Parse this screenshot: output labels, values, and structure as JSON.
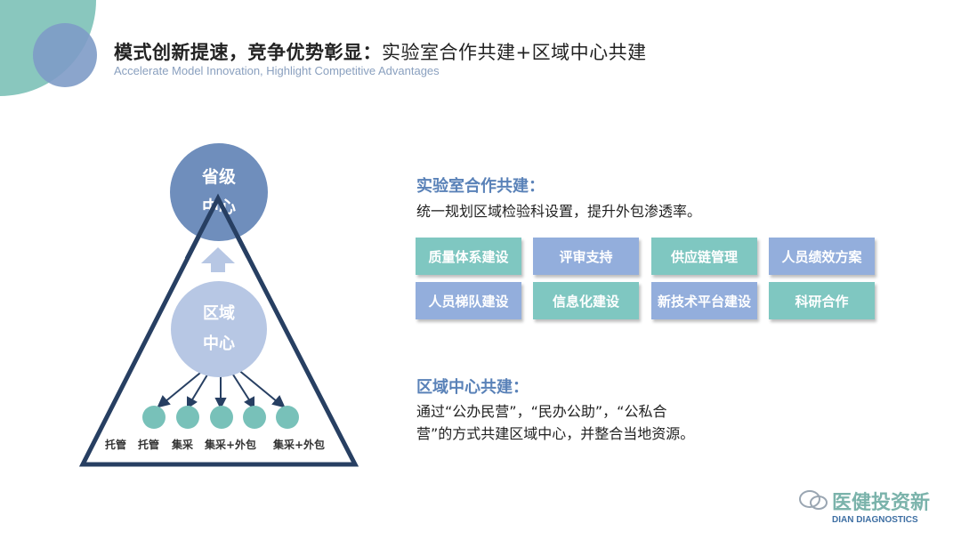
{
  "header": {
    "title_bold": "模式创新提速，竞争优势彰显：",
    "title_rest": "实验室合作共建+区域中心共建",
    "subtitle": "Accelerate Model Innovation, Highlight Competitive Advantages"
  },
  "diagram": {
    "provincial_line1": "省级",
    "provincial_line2": "中心",
    "regional_line1": "区域",
    "regional_line2": "中心",
    "leaf_labels": [
      "托管",
      "托管",
      "集采",
      "集采+外包",
      "集采+外包"
    ]
  },
  "lab_section": {
    "title": "实验室合作共建：",
    "text": "统一规划区域检验科设置，提升外包渗透率。",
    "tags": [
      {
        "label": "质量体系建设",
        "color": "teal"
      },
      {
        "label": "评审支持",
        "color": "blue"
      },
      {
        "label": "供应链管理",
        "color": "teal"
      },
      {
        "label": "人员绩效方案",
        "color": "blue"
      },
      {
        "label": "人员梯队建设",
        "color": "blue"
      },
      {
        "label": "信息化建设",
        "color": "teal"
      },
      {
        "label": "新技术平台建设",
        "color": "blue"
      },
      {
        "label": "科研合作",
        "color": "teal"
      }
    ]
  },
  "region_section": {
    "title": "区域中心共建：",
    "text_line1": "通过“公办民营”，“民办公助”，“公私合",
    "text_line2": "营”的方式共建区域中心，并整合当地资源。"
  },
  "watermark": {
    "text": "医健投资新",
    "brand": "DIAN DIAGNOSTICS"
  },
  "colors": {
    "dark_navy": "#273f62",
    "provincial_circle": "#6f8ebc",
    "regional_circle": "#b7c7e4",
    "accent_teal": "#7fc7c1",
    "accent_blue": "#93aedc",
    "title_blue": "#5a82b8"
  }
}
